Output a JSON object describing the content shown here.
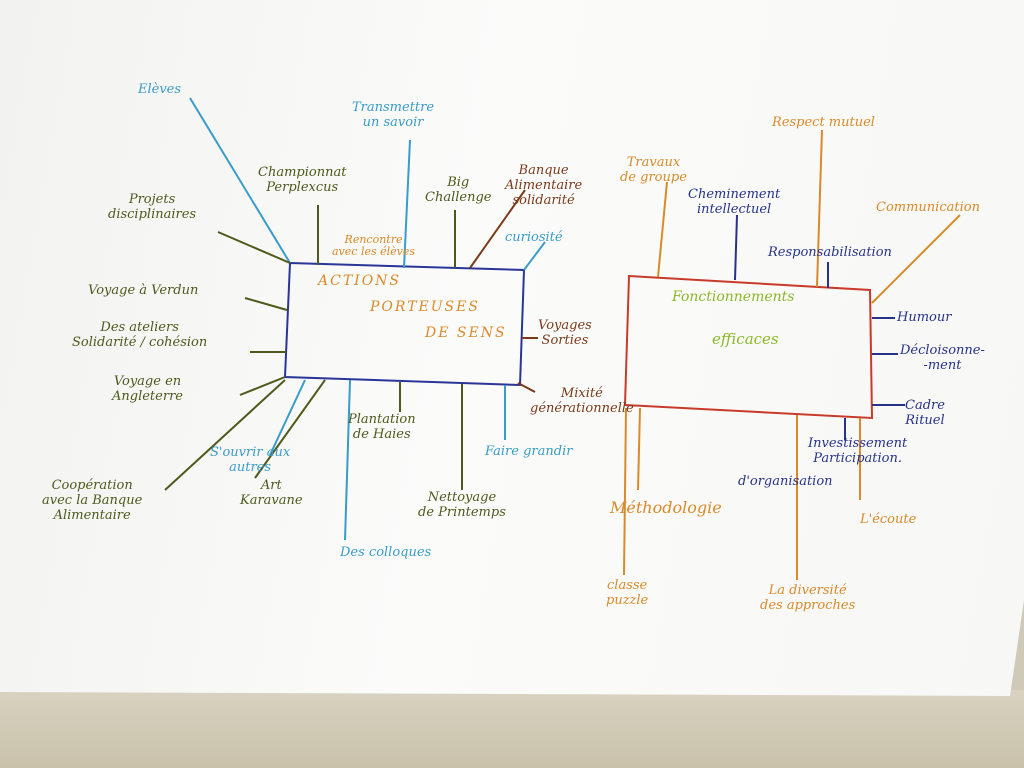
{
  "left_map": {
    "center": {
      "line1": "ACTIONS",
      "line2": "PORTEUSES",
      "line3": "DE SENS"
    },
    "branches": [
      "Elèves",
      "Transmettre\nun savoir",
      "Championnat\nPerplexcus",
      "Projets\ndisciplinaires",
      "Big\nChallenge",
      "Banque\nAlimentaire\nsolidarité",
      "Rencontre\navec les élèves",
      "curiosité",
      "Voyage à Verdun",
      "Des ateliers\nSolidarité / cohésion",
      "Voyage en\nAngleterre",
      "Coopération\navec la Banque\nAlimentaire",
      "S'ouvrir aux\nautres",
      "Art\nKaravane",
      "Plantation\nde Haies",
      "Des colloques",
      "Nettoyage\nde Printemps",
      "Faire grandir",
      "Mixité\ngénérationnelle",
      "Voyages\nSorties"
    ]
  },
  "right_map": {
    "center": {
      "line1": "Fonctionnements",
      "line2": "efficaces"
    },
    "branches": [
      "Respect mutuel",
      "Travaux\nde groupe",
      "Cheminement\nintellectuel",
      "Communication",
      "Responsabilisation",
      "Humour",
      "Décloisonne-\n-ment",
      "Cadre\nRituel",
      "Investissement\nParticipation.",
      "d'organisation",
      "L'écoute",
      "Méthodologie",
      "classe\npuzzle",
      "La diversité\ndes approches"
    ]
  },
  "colors": {
    "olive": "#4d5a1c",
    "light_blue": "#3a9cc8",
    "orange": "#d98a2a",
    "brown": "#7a3a1a",
    "navy": "#27338a",
    "red": "#c83a2a",
    "green": "#8ab82a"
  }
}
